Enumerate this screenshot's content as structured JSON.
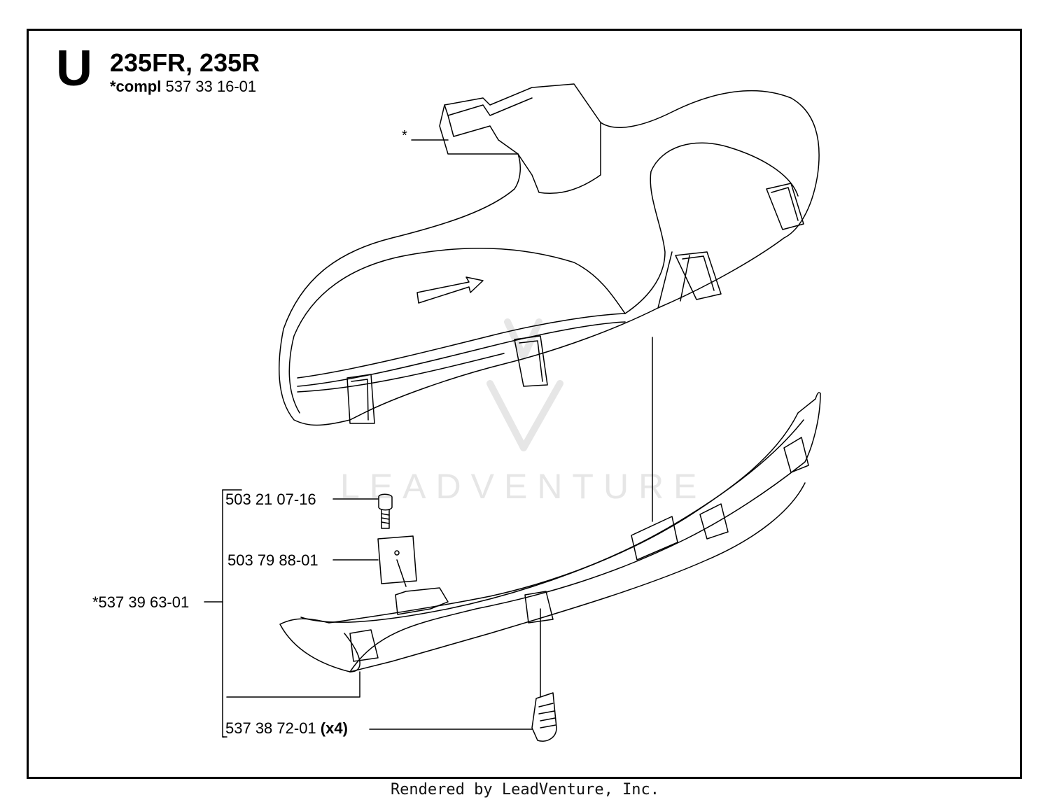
{
  "header": {
    "section_letter": "U",
    "models": "235FR, 235R",
    "compl_prefix": "*compl",
    "compl_number": "537 33 16-01"
  },
  "callouts": {
    "guard_star": "*",
    "screw": "503 21 07-16",
    "plate": "503 79 88-01",
    "assembly": "*537 39 63-01",
    "clip_number": "537 38 72-01",
    "clip_qty": "(x4)"
  },
  "watermark": {
    "text": "LEADVENTURE"
  },
  "footer": {
    "text": "Rendered by LeadVenture, Inc."
  },
  "colors": {
    "line": "#000000",
    "watermark": "#e6e6e6",
    "background": "#ffffff"
  }
}
